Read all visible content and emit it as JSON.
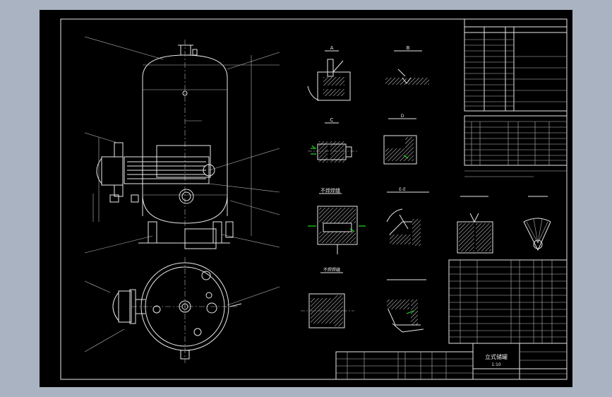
{
  "drawing": {
    "title_block": {
      "name": "立式储罐",
      "number": "1:10"
    },
    "section_labels": {
      "unspecified_weld": "不焊焊缝",
      "sec_a": "A",
      "sec_b": "B",
      "sec_c": "C",
      "sec_d": "D",
      "sec_e": "E-E",
      "sec_f": "不焊焊缝"
    },
    "colors": {
      "background": "#000000",
      "line": "#e8e8e8",
      "hatch": "#c9c9c9",
      "accent_green": "#22dd22",
      "accent_yellow": "#d9d95a",
      "frame": "#aab3c1"
    }
  }
}
